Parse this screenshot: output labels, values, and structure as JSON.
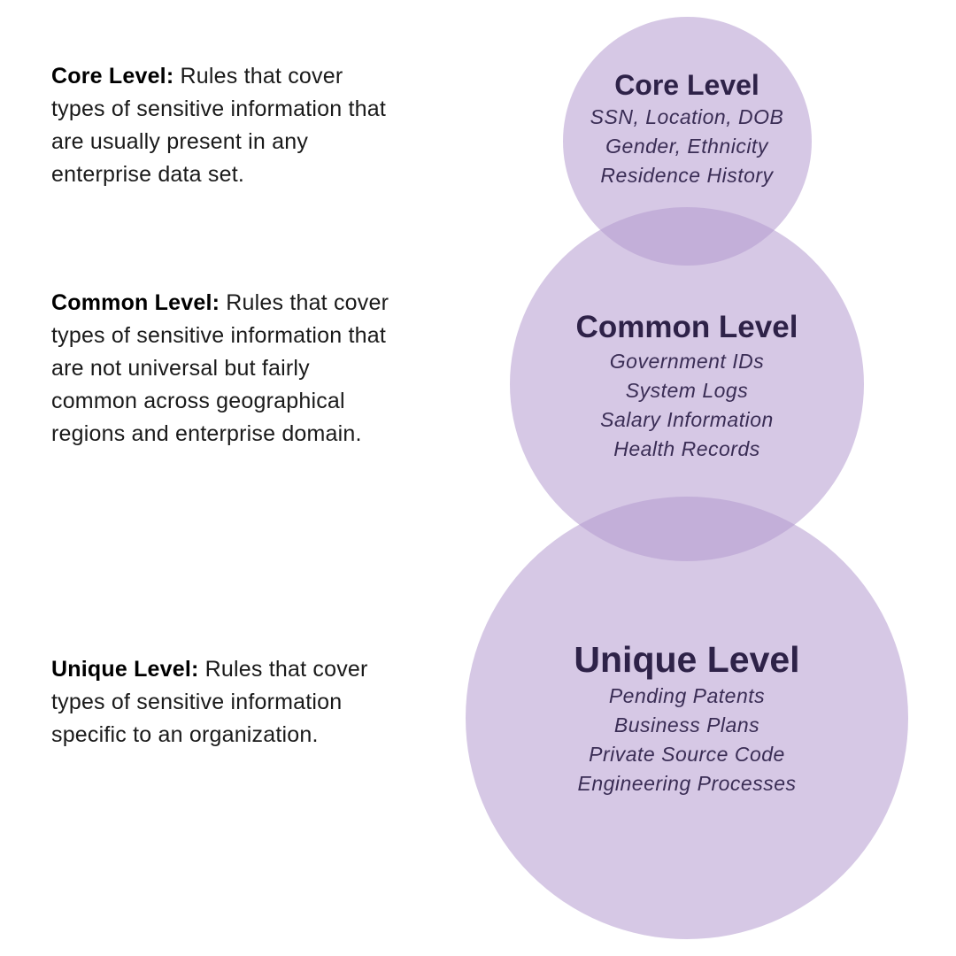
{
  "descriptions": {
    "core": {
      "heading": "Core Level:",
      "text": " Rules that cover types of sensitive information that are usually present in any enterprise data set."
    },
    "common": {
      "heading": "Common Level:",
      "text": " Rules that cover types of sensitive information that are not universal but fairly common across geographical regions and enterprise domain."
    },
    "unique": {
      "heading": "Unique Level:",
      "text": " Rules that cover types of sensitive information specific to an organization."
    }
  },
  "circles": {
    "core": {
      "title": "Core Level",
      "items": [
        "SSN, Location, DOB",
        "Gender, Ethnicity",
        "Residence History"
      ]
    },
    "common": {
      "title": "Common Level",
      "items": [
        "Government IDs",
        "System Logs",
        "Salary Information",
        "Health Records"
      ]
    },
    "unique": {
      "title": "Unique Level",
      "items": [
        "Pending Patents",
        "Business Plans",
        "Private Source Code",
        "Engineering Processes"
      ]
    }
  },
  "colors": {
    "circle_fill": "#b49bcf",
    "label_text": "#2e2248"
  }
}
